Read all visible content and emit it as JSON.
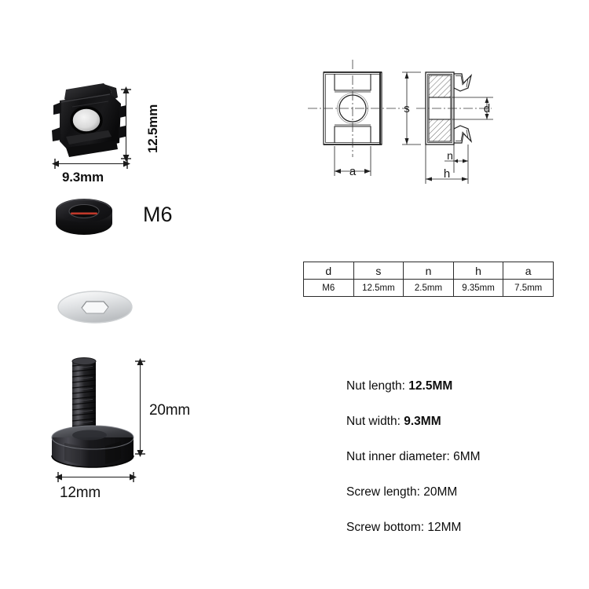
{
  "background": "#ffffff",
  "photos": {
    "cage_nut": {
      "name": "cage-nut",
      "color": "#141414",
      "dimensions": {
        "height_label": "12.5mm",
        "width_label": "9.3mm"
      }
    },
    "m6_nut": {
      "name": "m6-nut",
      "label": "M6",
      "color": "#1b1b1b",
      "accent": "#c0392b"
    },
    "washer": {
      "name": "washer",
      "color": "#d8dadc"
    },
    "screw": {
      "name": "screw",
      "color": "#1c1c1c",
      "dimensions": {
        "length_label": "20mm",
        "head_label": "12mm"
      }
    }
  },
  "technical_drawing": {
    "front_view_labels": {
      "width": "a",
      "height": "s"
    },
    "side_view_labels": {
      "inner": "d",
      "flange": "n",
      "total": "h"
    }
  },
  "spec_table": {
    "headers": [
      "d",
      "s",
      "n",
      "h",
      "a"
    ],
    "values": [
      "M6",
      "12.5mm",
      "2.5mm",
      "9.35mm",
      "7.5mm"
    ]
  },
  "spec_list": [
    {
      "label": "Nut length:",
      "value": "12.5MM",
      "bold": true
    },
    {
      "label": "Nut width:",
      "value": "9.3MM",
      "bold": true
    },
    {
      "label": "Nut inner diameter:",
      "value": "6MM",
      "bold": false
    },
    {
      "label": "Screw length:",
      "value": "20MM",
      "bold": false
    },
    {
      "label": "Screw bottom:",
      "value": "12MM",
      "bold": false
    }
  ]
}
